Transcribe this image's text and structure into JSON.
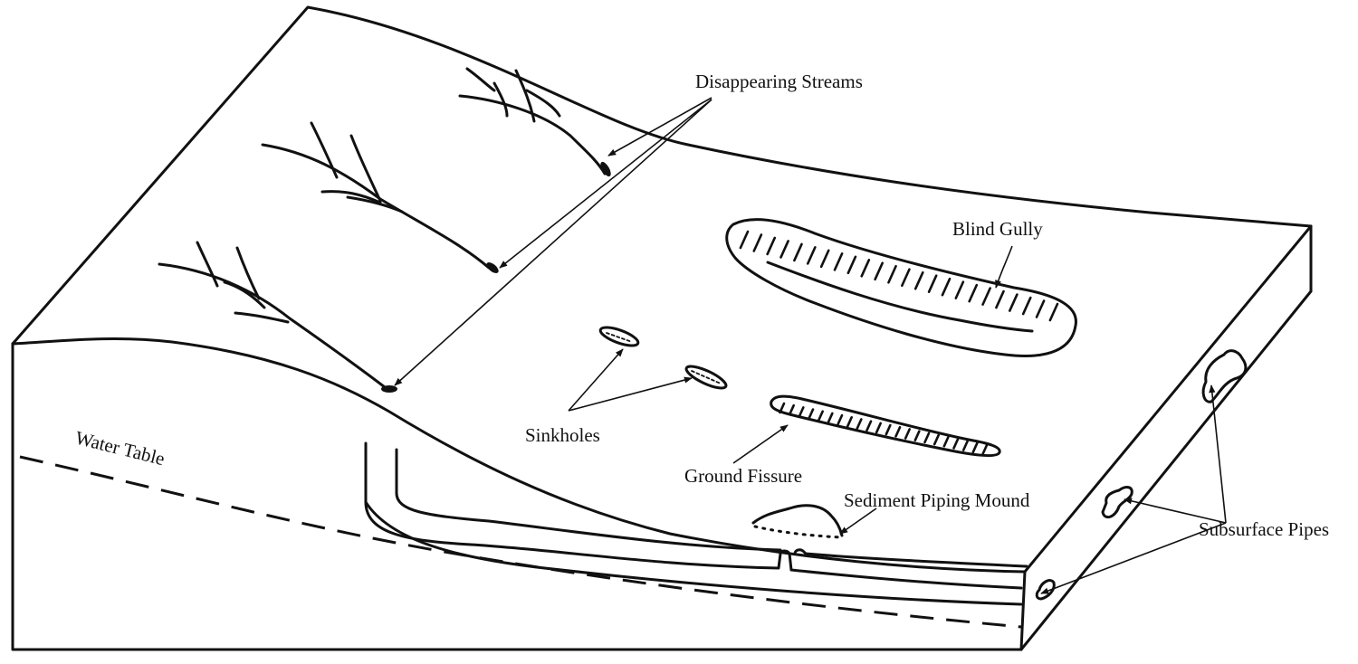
{
  "labels": {
    "disappearing_streams": "Disappearing Streams",
    "blind_gully": "Blind Gully",
    "sinkholes": "Sinkholes",
    "ground_fissure": "Ground Fissure",
    "sediment_piping_mound": "Sediment Piping Mound",
    "subsurface_pipes": "Subsurface Pipes",
    "water_table": "Water Table"
  }
}
